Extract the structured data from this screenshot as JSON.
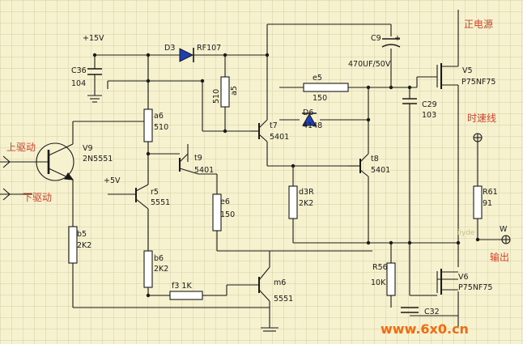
{
  "labels": {
    "supply_15v": "+15V",
    "supply_5v": "+5V",
    "d3": "D3",
    "d3_part": "RF107",
    "c9": "C9",
    "c9_plus": "+",
    "c9_value": "470UF/50V",
    "c36": "C36",
    "c36_value": "104",
    "a6": "a6",
    "a6_value": "510",
    "a5": "a5",
    "a5_value": "510",
    "t7": "t7",
    "t7_part": "5401",
    "d6": "D6",
    "d6_part": "4148",
    "e5": "e5",
    "e5_value": "150",
    "v5": "V5",
    "v5_part": "P75NF75",
    "c29": "C29",
    "c29_value": "103",
    "v9": "V9",
    "v9_part": "2N5551",
    "t9": "t9",
    "t9_part": "5401",
    "t8": "t8",
    "t8_part": "5401",
    "r5": "r5",
    "r5_part": "5551",
    "e6": "e6",
    "e6_value": "150",
    "d3r": "d3R",
    "d3r_value": "2K2",
    "r61": "R61",
    "r61_value": "91",
    "b5": "b5",
    "b5_value": "2K2",
    "b6": "b6",
    "b6_value": "2K2",
    "r56": "R56",
    "r56_value": "10K",
    "m6": "m6",
    "m6_part": "5551",
    "f3": "f3  1K",
    "v6": "V6",
    "v6_part": "P75NF75",
    "c32": "C32",
    "w": "W",
    "jiyd": "iiyde"
  },
  "chinese": {
    "pos_supply": "正电源",
    "speed_line": "时速线",
    "output": "输出",
    "upper_drive": "上驱动",
    "lower_drive": "下驱动"
  },
  "watermark": "www.6x0.cn",
  "colors": {
    "background": "#f6f1cf",
    "grid": "#c9c397",
    "wire": "#1a1a1a",
    "diode_fill": "#1d3fb5",
    "chinese_label": "#d0442c",
    "watermark": "#ef6c12"
  }
}
